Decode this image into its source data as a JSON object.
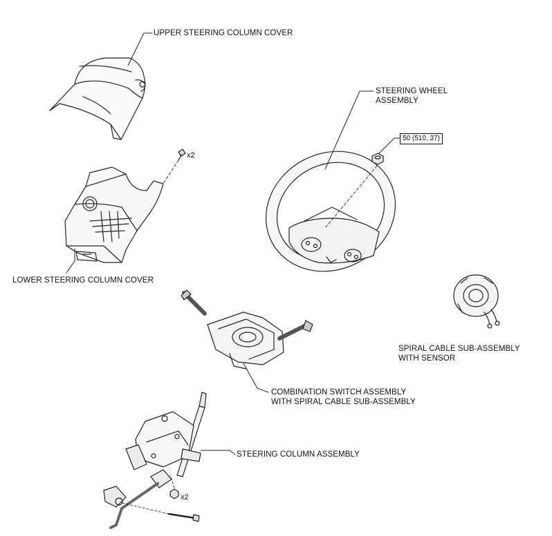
{
  "parts": {
    "upper_cover": "UPPER STEERING COLUMN COVER",
    "steering_wheel_line1": "STEERING WHEEL",
    "steering_wheel_line2": "ASSEMBLY",
    "lower_cover": "LOWER STEERING COLUMN COVER",
    "spiral_cable_line1": "SPIRAL CABLE SUB-ASSEMBLY",
    "spiral_cable_line2": "WITH SENSOR",
    "combination_switch_line1": "COMBINATION SWITCH ASSEMBLY",
    "combination_switch_line2": "WITH SPIRAL CABLE SUB-ASSEMBLY",
    "steering_column": "STEERING COLUMN ASSEMBLY"
  },
  "torque_spec": "50 (510, 37)",
  "quantities": {
    "lower_cover_screws": "x2",
    "column_nuts": "x2"
  }
}
